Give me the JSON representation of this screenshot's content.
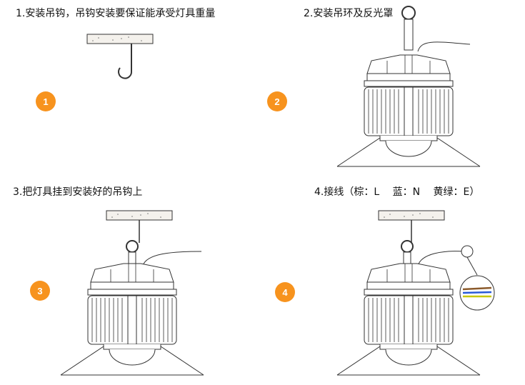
{
  "steps": [
    {
      "number": "1",
      "caption": "1.安装吊钩，吊钩安装要保证能承受灯具重量"
    },
    {
      "number": "2",
      "caption": "2.安装吊环及反光罩"
    },
    {
      "number": "3",
      "caption": "3.把灯具挂到安装好的吊钩上"
    },
    {
      "number": "4",
      "caption": "4.接线（棕：L　 蓝：N　 黄绿：E）"
    }
  ],
  "colors": {
    "badge": "#f7931e",
    "wire_brown": "#8b5a2b",
    "wire_blue": "#2a5bd7",
    "wire_yellow_green": "#c8c800"
  }
}
